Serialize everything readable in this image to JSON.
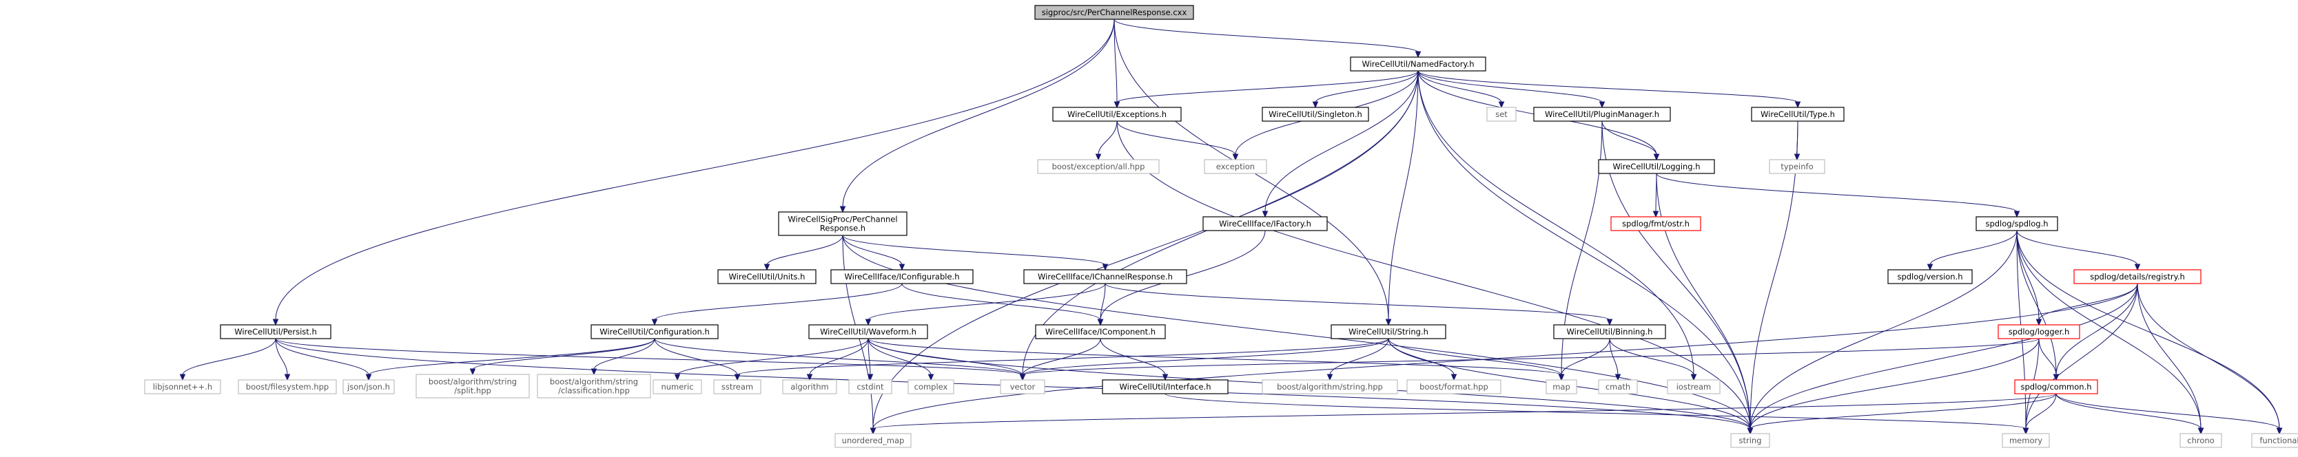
{
  "graph": {
    "root_node": "root",
    "nodes": [
      {
        "id": "root",
        "lines": [
          "sigproc/src/PerChannelResponse.cxx"
        ],
        "style": "root"
      },
      {
        "id": "namedfactory",
        "lines": [
          "WireCellUtil/NamedFactory.h"
        ],
        "style": "normal"
      },
      {
        "id": "exceptions",
        "lines": [
          "WireCellUtil/Exceptions.h"
        ],
        "style": "normal"
      },
      {
        "id": "singleton",
        "lines": [
          "WireCellUtil/Singleton.h"
        ],
        "style": "normal"
      },
      {
        "id": "set",
        "lines": [
          "set"
        ],
        "style": "external"
      },
      {
        "id": "pluginmanager",
        "lines": [
          "WireCellUtil/PluginManager.h"
        ],
        "style": "normal"
      },
      {
        "id": "type",
        "lines": [
          "WireCellUtil/Type.h"
        ],
        "style": "normal"
      },
      {
        "id": "boostexception",
        "lines": [
          "boost/exception/all.hpp"
        ],
        "style": "external"
      },
      {
        "id": "exception",
        "lines": [
          "exception"
        ],
        "style": "external"
      },
      {
        "id": "logging",
        "lines": [
          "WireCellUtil/Logging.h"
        ],
        "style": "normal"
      },
      {
        "id": "typeinfo",
        "lines": [
          "typeinfo"
        ],
        "style": "external"
      },
      {
        "id": "sigprocpcr",
        "lines": [
          "WireCellSigProc/PerChannel",
          "Response.h"
        ],
        "style": "normal"
      },
      {
        "id": "ifactory",
        "lines": [
          "WireCellIface/IFactory.h"
        ],
        "style": "normal"
      },
      {
        "id": "fmtostr",
        "lines": [
          "spdlog/fmt/ostr.h"
        ],
        "style": "incomplete"
      },
      {
        "id": "spdlog",
        "lines": [
          "spdlog/spdlog.h"
        ],
        "style": "normal"
      },
      {
        "id": "units",
        "lines": [
          "WireCellUtil/Units.h"
        ],
        "style": "normal"
      },
      {
        "id": "iconfigurable",
        "lines": [
          "WireCellIface/IConfigurable.h"
        ],
        "style": "normal"
      },
      {
        "id": "ichannelresponse",
        "lines": [
          "WireCellIface/IChannelResponse.h"
        ],
        "style": "normal"
      },
      {
        "id": "version",
        "lines": [
          "spdlog/version.h"
        ],
        "style": "normal"
      },
      {
        "id": "registry",
        "lines": [
          "spdlog/details/registry.h"
        ],
        "style": "incomplete"
      },
      {
        "id": "persist",
        "lines": [
          "WireCellUtil/Persist.h"
        ],
        "style": "normal"
      },
      {
        "id": "configuration",
        "lines": [
          "WireCellUtil/Configuration.h"
        ],
        "style": "normal"
      },
      {
        "id": "waveform",
        "lines": [
          "WireCellUtil/Waveform.h"
        ],
        "style": "normal"
      },
      {
        "id": "icomponent",
        "lines": [
          "WireCellIface/IComponent.h"
        ],
        "style": "normal"
      },
      {
        "id": "string_h",
        "lines": [
          "WireCellUtil/String.h"
        ],
        "style": "normal"
      },
      {
        "id": "binning",
        "lines": [
          "WireCellUtil/Binning.h"
        ],
        "style": "normal"
      },
      {
        "id": "logger",
        "lines": [
          "spdlog/logger.h"
        ],
        "style": "incomplete"
      },
      {
        "id": "libjsonnet",
        "lines": [
          "libjsonnet++.h"
        ],
        "style": "external"
      },
      {
        "id": "boostfilesystem",
        "lines": [
          "boost/filesystem.hpp"
        ],
        "style": "external"
      },
      {
        "id": "jsonjson",
        "lines": [
          "json/json.h"
        ],
        "style": "external"
      },
      {
        "id": "boostsplit",
        "lines": [
          "boost/algorithm/string",
          "/split.hpp"
        ],
        "style": "external"
      },
      {
        "id": "boostclassification",
        "lines": [
          "boost/algorithm/string",
          "/classification.hpp"
        ],
        "style": "external"
      },
      {
        "id": "numeric",
        "lines": [
          "numeric"
        ],
        "style": "external"
      },
      {
        "id": "sstream",
        "lines": [
          "sstream"
        ],
        "style": "external"
      },
      {
        "id": "algorithm",
        "lines": [
          "algorithm"
        ],
        "style": "external"
      },
      {
        "id": "cstdint",
        "lines": [
          "cstdint"
        ],
        "style": "external"
      },
      {
        "id": "complex",
        "lines": [
          "complex"
        ],
        "style": "external"
      },
      {
        "id": "vector",
        "lines": [
          "vector"
        ],
        "style": "external"
      },
      {
        "id": "iface",
        "lines": [
          "WireCellUtil/Interface.h"
        ],
        "style": "normal"
      },
      {
        "id": "boostalgostring",
        "lines": [
          "boost/algorithm/string.hpp"
        ],
        "style": "external"
      },
      {
        "id": "boostformat",
        "lines": [
          "boost/format.hpp"
        ],
        "style": "external"
      },
      {
        "id": "map",
        "lines": [
          "map"
        ],
        "style": "external"
      },
      {
        "id": "cmath",
        "lines": [
          "cmath"
        ],
        "style": "external"
      },
      {
        "id": "iostream",
        "lines": [
          "iostream"
        ],
        "style": "external"
      },
      {
        "id": "common",
        "lines": [
          "spdlog/common.h"
        ],
        "style": "incomplete"
      },
      {
        "id": "unordered_map",
        "lines": [
          "unordered_map"
        ],
        "style": "external"
      },
      {
        "id": "string",
        "lines": [
          "string"
        ],
        "style": "external"
      },
      {
        "id": "memory",
        "lines": [
          "memory"
        ],
        "style": "external"
      },
      {
        "id": "chrono",
        "lines": [
          "chrono"
        ],
        "style": "external"
      },
      {
        "id": "functional",
        "lines": [
          "functional"
        ],
        "style": "external"
      }
    ],
    "edges": [
      [
        "root",
        "namedfactory"
      ],
      [
        "root",
        "exceptions"
      ],
      [
        "root",
        "sigprocpcr"
      ],
      [
        "root",
        "persist"
      ],
      [
        "root",
        "string_h"
      ],
      [
        "namedfactory",
        "exceptions"
      ],
      [
        "namedfactory",
        "singleton"
      ],
      [
        "namedfactory",
        "set"
      ],
      [
        "namedfactory",
        "pluginmanager"
      ],
      [
        "namedfactory",
        "type"
      ],
      [
        "namedfactory",
        "exception"
      ],
      [
        "namedfactory",
        "logging"
      ],
      [
        "namedfactory",
        "ifactory"
      ],
      [
        "namedfactory",
        "string_h"
      ],
      [
        "namedfactory",
        "vector"
      ],
      [
        "namedfactory",
        "unordered_map"
      ],
      [
        "namedfactory",
        "string"
      ],
      [
        "namedfactory",
        "iostream"
      ],
      [
        "exceptions",
        "boostexception"
      ],
      [
        "exceptions",
        "exception"
      ],
      [
        "exceptions",
        "string"
      ],
      [
        "pluginmanager",
        "logging"
      ],
      [
        "pluginmanager",
        "map"
      ],
      [
        "pluginmanager",
        "string"
      ],
      [
        "type",
        "typeinfo"
      ],
      [
        "type",
        "string"
      ],
      [
        "logging",
        "fmtostr"
      ],
      [
        "logging",
        "spdlog"
      ],
      [
        "logging",
        "string"
      ],
      [
        "sigprocpcr",
        "units"
      ],
      [
        "sigprocpcr",
        "iconfigurable"
      ],
      [
        "sigprocpcr",
        "ichannelresponse"
      ],
      [
        "sigprocpcr",
        "unordered_map"
      ],
      [
        "sigprocpcr",
        "string"
      ],
      [
        "ifactory",
        "icomponent"
      ],
      [
        "iconfigurable",
        "configuration"
      ],
      [
        "iconfigurable",
        "icomponent"
      ],
      [
        "ichannelresponse",
        "waveform"
      ],
      [
        "ichannelresponse",
        "icomponent"
      ],
      [
        "ichannelresponse",
        "binning"
      ],
      [
        "spdlog",
        "version"
      ],
      [
        "spdlog",
        "registry"
      ],
      [
        "spdlog",
        "logger"
      ],
      [
        "spdlog",
        "common"
      ],
      [
        "spdlog",
        "string"
      ],
      [
        "spdlog",
        "memory"
      ],
      [
        "spdlog",
        "chrono"
      ],
      [
        "spdlog",
        "functional"
      ],
      [
        "registry",
        "logger"
      ],
      [
        "registry",
        "common"
      ],
      [
        "registry",
        "unordered_map"
      ],
      [
        "registry",
        "string"
      ],
      [
        "registry",
        "memory"
      ],
      [
        "registry",
        "chrono"
      ],
      [
        "registry",
        "functional"
      ],
      [
        "persist",
        "libjsonnet"
      ],
      [
        "persist",
        "boostfilesystem"
      ],
      [
        "persist",
        "jsonjson"
      ],
      [
        "persist",
        "vector"
      ],
      [
        "persist",
        "string"
      ],
      [
        "configuration",
        "jsonjson"
      ],
      [
        "configuration",
        "boostsplit"
      ],
      [
        "configuration",
        "boostclassification"
      ],
      [
        "configuration",
        "sstream"
      ],
      [
        "configuration",
        "vector"
      ],
      [
        "waveform",
        "numeric"
      ],
      [
        "waveform",
        "algorithm"
      ],
      [
        "waveform",
        "cstdint"
      ],
      [
        "waveform",
        "complex"
      ],
      [
        "waveform",
        "vector"
      ],
      [
        "waveform",
        "map"
      ],
      [
        "waveform",
        "string"
      ],
      [
        "icomponent",
        "iface"
      ],
      [
        "icomponent",
        "vector"
      ],
      [
        "iface",
        "memory"
      ],
      [
        "string_h",
        "boostalgostring"
      ],
      [
        "string_h",
        "boostformat"
      ],
      [
        "string_h",
        "sstream"
      ],
      [
        "string_h",
        "map"
      ],
      [
        "string_h",
        "vector"
      ],
      [
        "string_h",
        "string"
      ],
      [
        "binning",
        "map"
      ],
      [
        "binning",
        "cmath"
      ],
      [
        "binning",
        "iostream"
      ],
      [
        "logger",
        "common"
      ],
      [
        "logger",
        "vector"
      ],
      [
        "logger",
        "memory"
      ],
      [
        "logger",
        "string"
      ],
      [
        "common",
        "unordered_map"
      ],
      [
        "common",
        "memory"
      ],
      [
        "common",
        "chrono"
      ],
      [
        "common",
        "functional"
      ],
      [
        "common",
        "string"
      ]
    ],
    "colors": {
      "edge": "#191970",
      "normal_border": "#000000",
      "external_border": "#bfbfbf",
      "external_text": "#595959",
      "incomplete_border": "#ff0000",
      "root_fill": "#bfbfbf",
      "text": "#000000"
    }
  }
}
